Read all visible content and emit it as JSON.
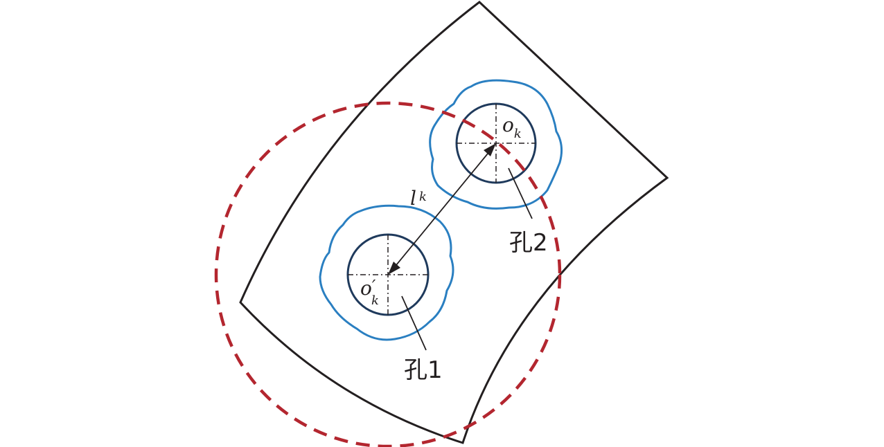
{
  "labels": {
    "center_hole2_base": "o",
    "center_hole2_sub": "k",
    "center_hole1_base": "o",
    "center_hole1_prime": "′",
    "center_hole1_sub": "k",
    "distance_base": "l",
    "distance_sub": "k",
    "hole1": "孔1",
    "hole2": "孔2"
  },
  "colors": {
    "outline": "#231f20",
    "hole": "#1f3a5c",
    "damage_zone": "#2a7fc1",
    "influence_circle": "#b3262f"
  }
}
